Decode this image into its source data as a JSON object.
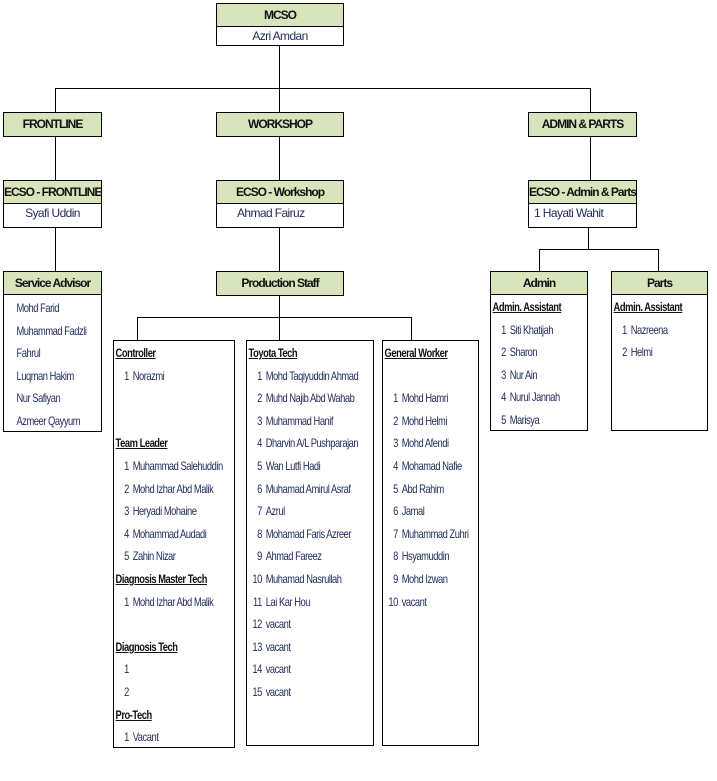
{
  "mcso": {
    "title": "MCSO",
    "name": "Azri Amdan"
  },
  "departments": {
    "frontline": "FRONTLINE",
    "workshop": "WORKSHOP",
    "admin_parts": "ADMIN & PARTS"
  },
  "ecso": {
    "frontline": {
      "title": "ECSO - FRONTLINE",
      "name": "Syafi Uddin"
    },
    "workshop": {
      "title": "ECSO - Workshop",
      "name": "Ahmad Fairuz"
    },
    "admin_parts": {
      "title": "ECSO - Admin & Parts",
      "name": "1 Hayati Wahit"
    }
  },
  "service_advisor": {
    "title": "Service Advisor",
    "items": [
      "Mohd Farid",
      "Muhammad Fadzli",
      "Fahrul",
      "Luqman Hakim",
      "Nur Safiyan",
      "Azmeer Qayyum"
    ]
  },
  "production_staff": {
    "title": "Production Staff"
  },
  "controller_col": {
    "controller": {
      "title": "Controller",
      "items": [
        {
          "no": "1",
          "name": "Norazmi"
        }
      ]
    },
    "team_leader": {
      "title": "Team Leader",
      "items": [
        {
          "no": "1",
          "name": "Muhammad Salehuddin"
        },
        {
          "no": "2",
          "name": "Mohd Izhar Abd Malik"
        },
        {
          "no": "3",
          "name": "Heryadi Mohaine"
        },
        {
          "no": "4",
          "name": "Mohammad Audadi"
        },
        {
          "no": "5",
          "name": "Zahin Nizar"
        }
      ]
    },
    "diagnosis_master_tech": {
      "title": "Diagnosis Master Tech",
      "items": [
        {
          "no": "1",
          "name": "Mohd Izhar Abd Malik"
        }
      ]
    },
    "diagnosis_tech": {
      "title": "Diagnosis Tech",
      "items": [
        {
          "no": "1",
          "name": ""
        },
        {
          "no": "2",
          "name": ""
        }
      ]
    },
    "pro_tech": {
      "title": "Pro-Tech",
      "items": [
        {
          "no": "1",
          "name": "Vacant"
        }
      ]
    }
  },
  "toyota_tech": {
    "title": "Toyota Tech",
    "items": [
      {
        "no": "1",
        "name": "Mohd Taqiyuddin Ahmad"
      },
      {
        "no": "2",
        "name": "Muhd Najib Abd Wahab"
      },
      {
        "no": "3",
        "name": "Muhammad Hanif"
      },
      {
        "no": "4",
        "name": "Dharvin A/L Pushparajan"
      },
      {
        "no": "5",
        "name": "Wan Lutfi Hadi"
      },
      {
        "no": "6",
        "name": "Muhamad Amirul Asraf"
      },
      {
        "no": "7",
        "name": "Azrul"
      },
      {
        "no": "8",
        "name": "Mohamad Faris Azreer"
      },
      {
        "no": "9",
        "name": "Ahmad Fareez"
      },
      {
        "no": "10",
        "name": "Muhamad Nasrullah"
      },
      {
        "no": "11",
        "name": "Lai Kar Hou"
      },
      {
        "no": "12",
        "name": "vacant"
      },
      {
        "no": "13",
        "name": "vacant"
      },
      {
        "no": "14",
        "name": "vacant"
      },
      {
        "no": "15",
        "name": "vacant"
      }
    ]
  },
  "general_worker": {
    "title": "General Worker",
    "items": [
      {
        "no": "1",
        "name": "Mohd Hamri"
      },
      {
        "no": "2",
        "name": "Mohd Helmi"
      },
      {
        "no": "3",
        "name": "Mohd Afendi"
      },
      {
        "no": "4",
        "name": "Mohamad Nafie"
      },
      {
        "no": "5",
        "name": "Abd Rahim"
      },
      {
        "no": "6",
        "name": "Jamal"
      },
      {
        "no": "7",
        "name": "Muhammad Zuhri"
      },
      {
        "no": "8",
        "name": "Hsyamuddin"
      },
      {
        "no": "9",
        "name": "Mohd Izwan"
      },
      {
        "no": "10",
        "name": "vacant"
      }
    ]
  },
  "admin": {
    "title": "Admin",
    "role": "Admin. Assistant",
    "items": [
      {
        "no": "1",
        "name": "Siti Khatijah"
      },
      {
        "no": "2",
        "name": "Sharon"
      },
      {
        "no": "3",
        "name": "Nur Ain"
      },
      {
        "no": "4",
        "name": "Nurul Jannah"
      },
      {
        "no": "5",
        "name": "Marisya"
      }
    ]
  },
  "parts": {
    "title": "Parts",
    "role": "Admin. Assistant",
    "items": [
      {
        "no": "1",
        "name": "Nazreena"
      },
      {
        "no": "2",
        "name": "Helmi"
      }
    ]
  }
}
